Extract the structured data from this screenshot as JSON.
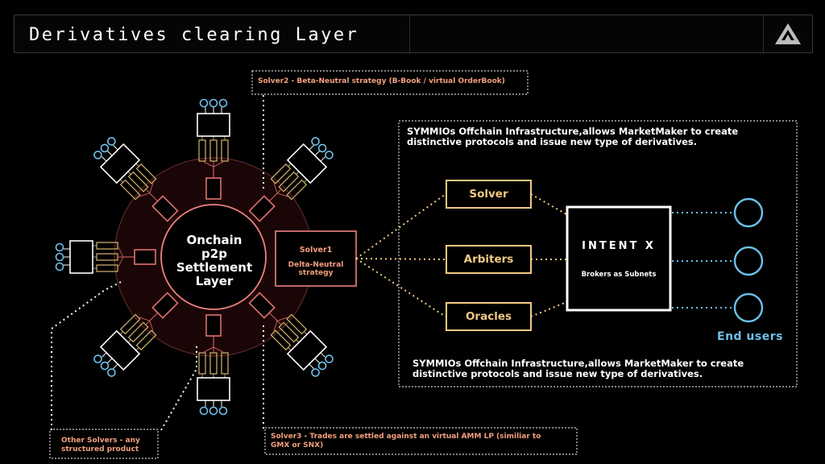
{
  "header": {
    "title": "Derivatives clearing Layer",
    "logo_icon": "delta-triangle-logo-icon"
  },
  "center": {
    "lines": [
      "Onchain",
      "p2p",
      "Settlement",
      "Layer"
    ]
  },
  "solver1": {
    "title": "Solver1",
    "subtitle_line1": "Delta-Neutral",
    "subtitle_line2": "strategy"
  },
  "notes": {
    "solver2": "Solver2  - Beta-Neutral strategy (B-Book / virtual OrderBook)",
    "solver3_line1": "Solver3  - Trades are settled against an virtual AMM LP (similiar to",
    "solver3_line2": "GMX or SNX)",
    "other_line1": "Other Solvers - any",
    "other_line2": "structured product"
  },
  "infra": {
    "top_line1": "SYMMIOs Offchain Infrastructure,allows MarketMaker to create",
    "top_line2": "distinctive protocols and issue new type of derivatives.",
    "bottom_line1": "SYMMIOs Offchain Infrastructure,allows MarketMaker to create",
    "bottom_line2": "distinctive protocols and issue new type of derivatives."
  },
  "nodes": {
    "solver": "Solver",
    "arbiters": "Arbiters",
    "oracles": "Oracles"
  },
  "intent": {
    "logo": "INTENT X",
    "subtitle": "Brokers as Subnets"
  },
  "end_users": "End users",
  "colors": {
    "salmon": "#f4a07e",
    "gold": "#f3c983",
    "blue": "#6ec0ea",
    "ring": "#e57070"
  }
}
